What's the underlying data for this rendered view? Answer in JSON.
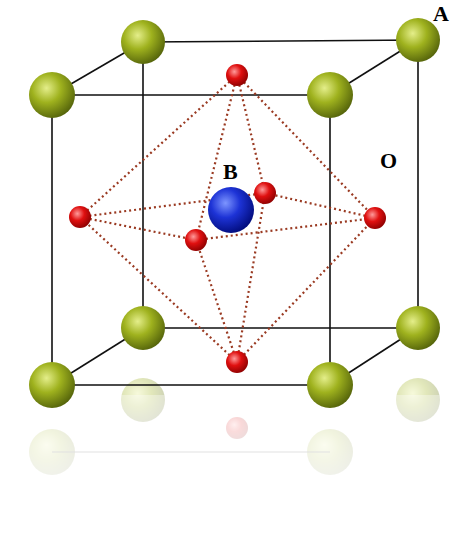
{
  "diagram": {
    "labels": [
      "A",
      "B",
      "O"
    ]
  }
}
